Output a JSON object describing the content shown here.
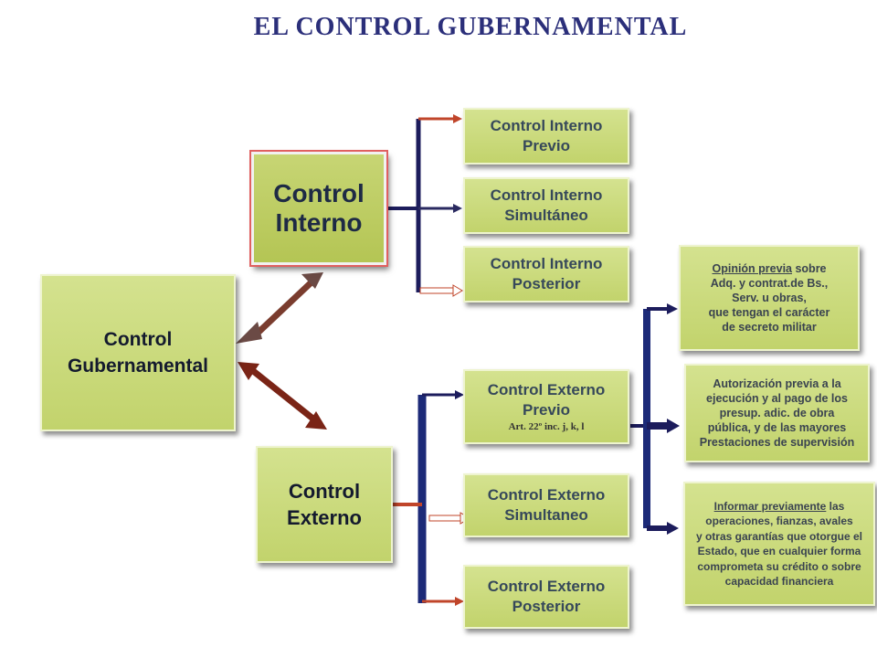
{
  "title": "EL CONTROL GUBERNAMENTAL",
  "root": {
    "line1": "Control",
    "line2": "Gubernamental"
  },
  "interno": {
    "line1": "Control",
    "line2": "Interno",
    "children": [
      {
        "line1": "Control Interno",
        "line2": "Previo"
      },
      {
        "line1": "Control Interno",
        "line2": "Simultáneo"
      },
      {
        "line1": "Control Interno",
        "line2": "Posterior"
      }
    ]
  },
  "externo": {
    "line1": "Control",
    "line2": "Externo",
    "children": [
      {
        "line1": "Control Externo",
        "line2": "Previo",
        "note": "Art.  22º inc. j, k, l"
      },
      {
        "line1": "Control Externo",
        "line2": "Simultaneo"
      },
      {
        "line1": "Control  Externo",
        "line2": "Posterior"
      }
    ]
  },
  "previo_items": [
    {
      "lead": "Opinión previa",
      "lines": [
        " sobre",
        "Adq. y contrat.de Bs.,",
        "Serv. u obras,",
        "que tengan el carácter",
        "de secreto militar"
      ]
    },
    {
      "lines": [
        "Autorización previa a la",
        "ejecución y al pago de los",
        "presup.  adic. de obra",
        "pública, y de las mayores",
        "Prestaciones de supervisión"
      ]
    },
    {
      "lead": "Informar previamente",
      "lines": [
        " las",
        "operaciones,  fianzas,  avales",
        "y  otras garantías que otorgue el",
        "Estado, que en cualquier forma",
        "comprometa su crédito o  sobre",
        "capacidad financiera"
      ]
    }
  ],
  "colors": {
    "box_fill": "#c6d670",
    "bracket_navy": "#1c1c5c",
    "arrow_orange": "#c0452a",
    "arrow_brown": "#7a2416",
    "title_color": "#2b2f7a"
  }
}
